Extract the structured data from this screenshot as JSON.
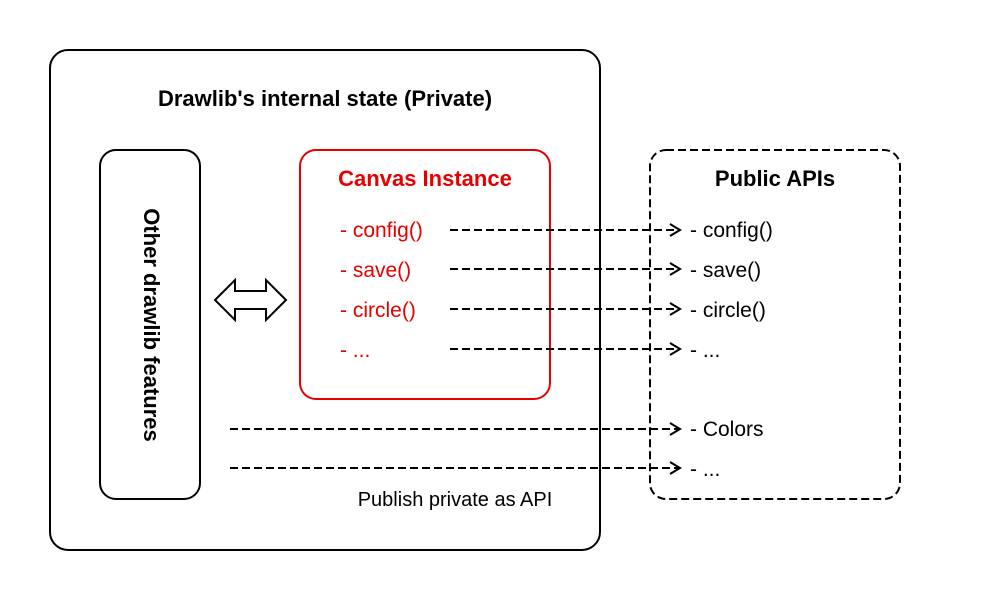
{
  "colors": {
    "outline": "#000000",
    "accent": "#e60000",
    "background": "#ffffff"
  },
  "private_box": {
    "title": "Drawlib's internal state (Private)"
  },
  "other_features": {
    "label": "Other drawlib features"
  },
  "canvas_instance": {
    "title": "Canvas Instance",
    "items": [
      "- config()",
      "- save()",
      "- circle()",
      "- ..."
    ]
  },
  "public_apis": {
    "title": "Public APIs",
    "items": [
      "- config()",
      "- save()",
      "- circle()",
      "- ...",
      "- Colors",
      "- ..."
    ]
  },
  "publish_label": "Publish private as API",
  "icons": {
    "bidirectional": "double-headed-arrow-icon",
    "arrow": "dashed-arrow-right"
  }
}
